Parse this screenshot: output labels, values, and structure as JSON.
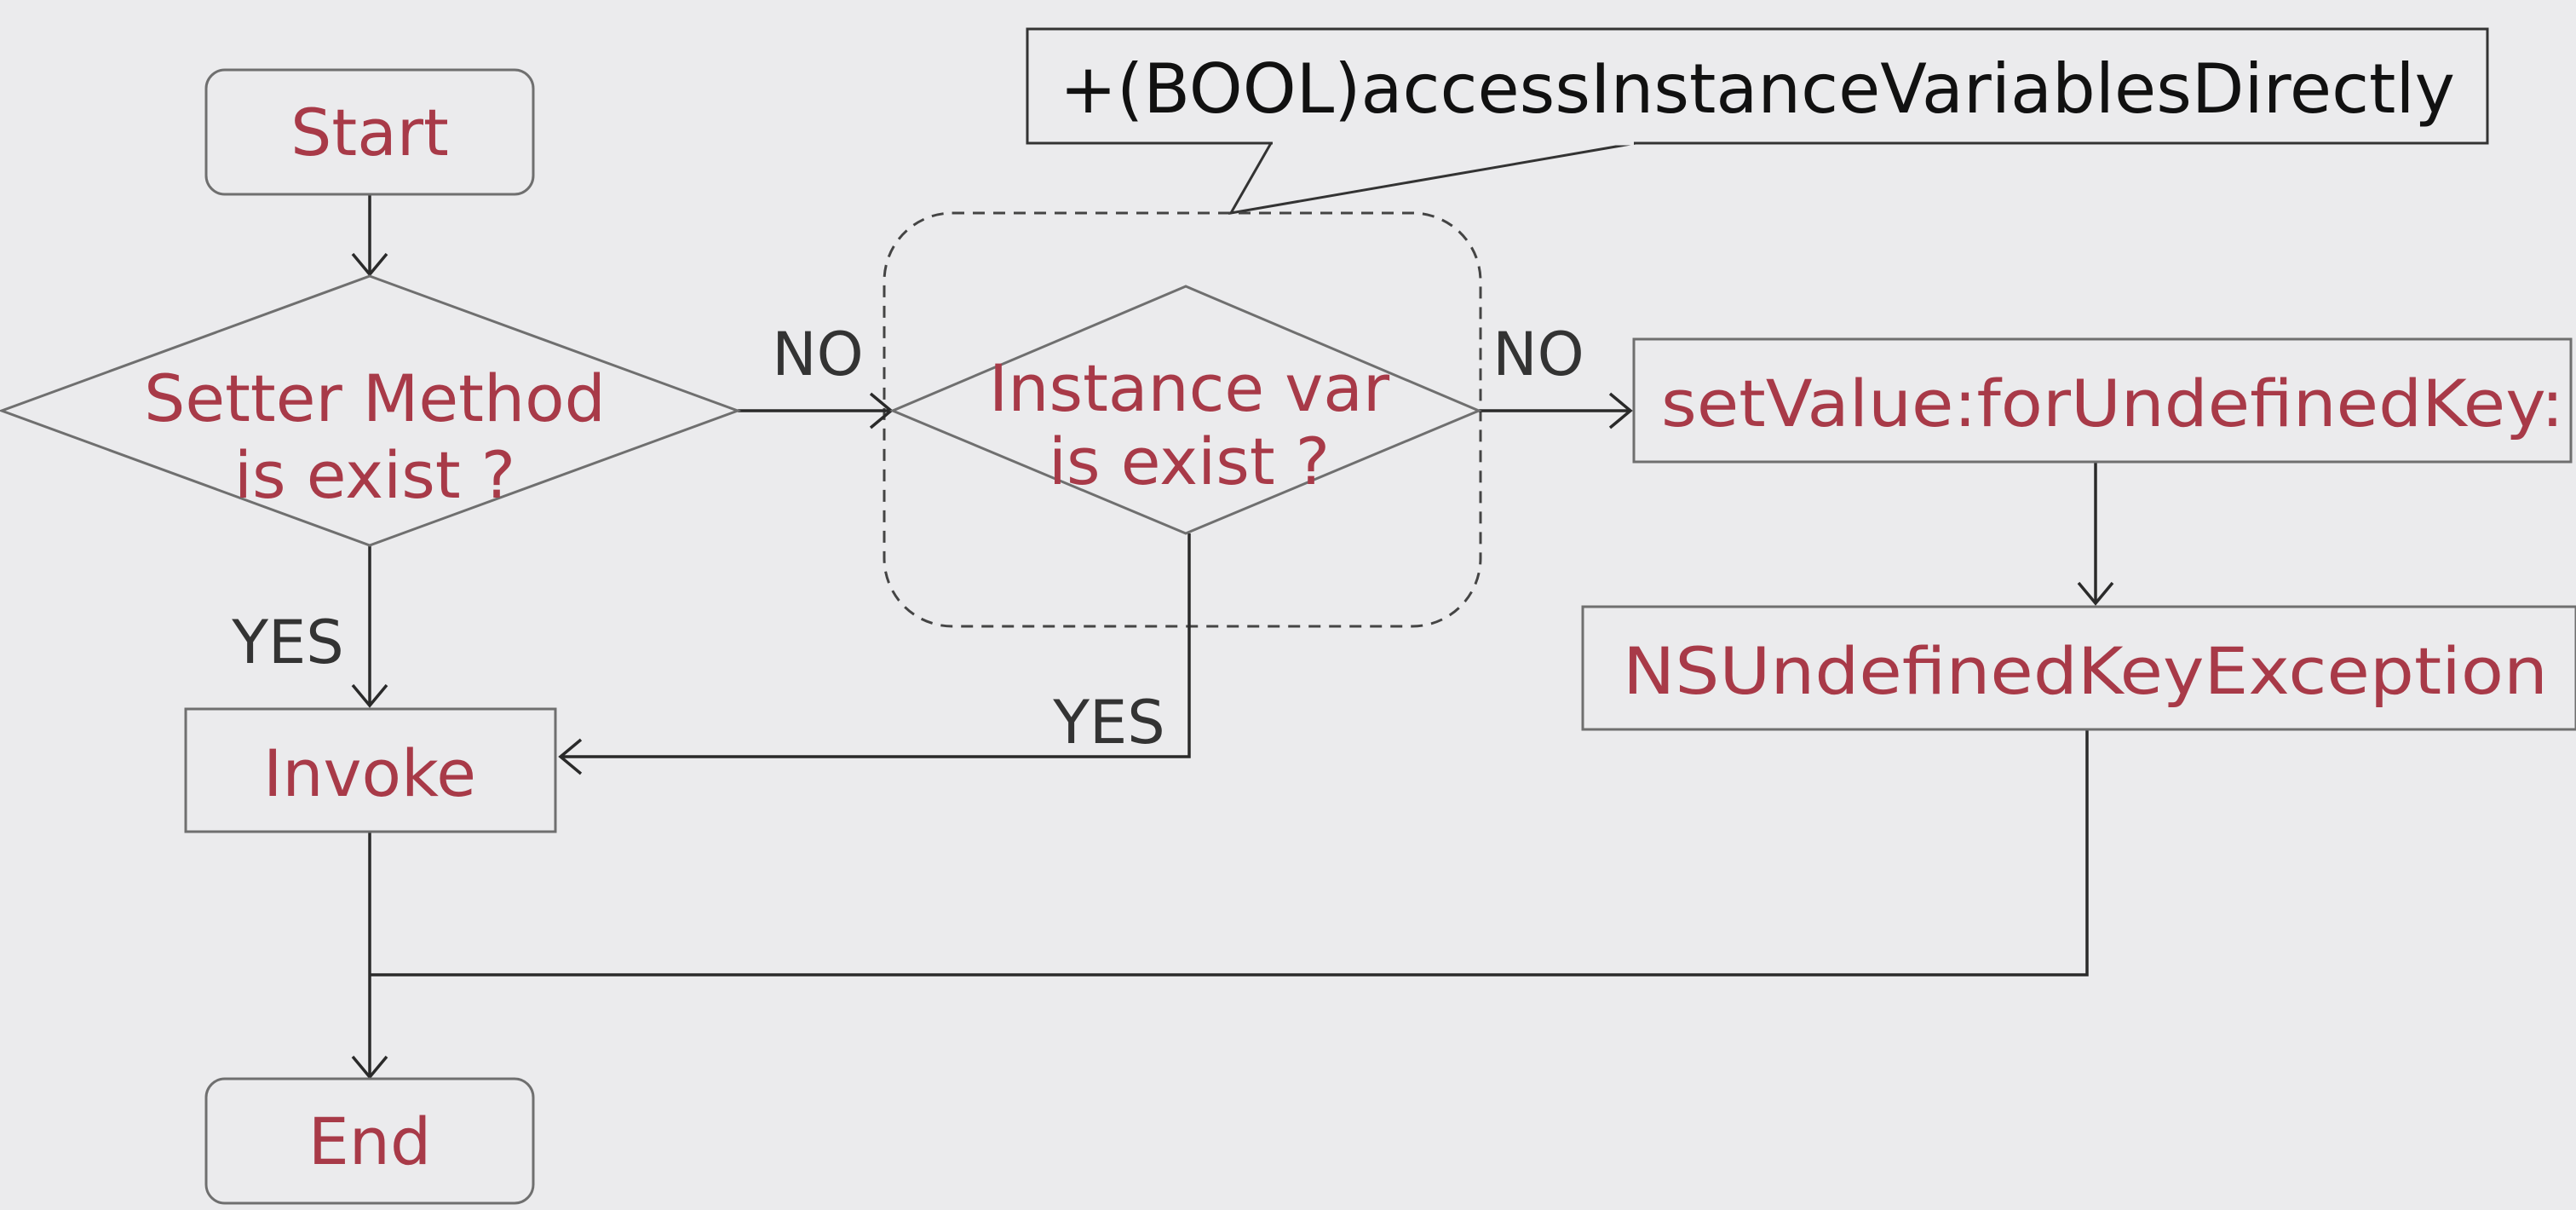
{
  "nodes": {
    "start": "Start",
    "setter_check_line1": "Setter Method",
    "setter_check_line2": "is exist ?",
    "ivar_check_line1": "Instance var",
    "ivar_check_line2": "is exist ?",
    "undefined_key": "setValue:forUndefinedKey:",
    "exception": "NSUndefinedKeyException",
    "invoke": "Invoke",
    "end": "End"
  },
  "callout": {
    "text": "+(BOOL)accessInstanceVariablesDirectly"
  },
  "edges": {
    "setter_no": "NO",
    "ivar_no": "NO",
    "setter_yes": "YES",
    "ivar_yes": "YES"
  },
  "colors": {
    "node_text": "#a83a48",
    "background": "#ebebed",
    "line": "#2a2a2a"
  }
}
